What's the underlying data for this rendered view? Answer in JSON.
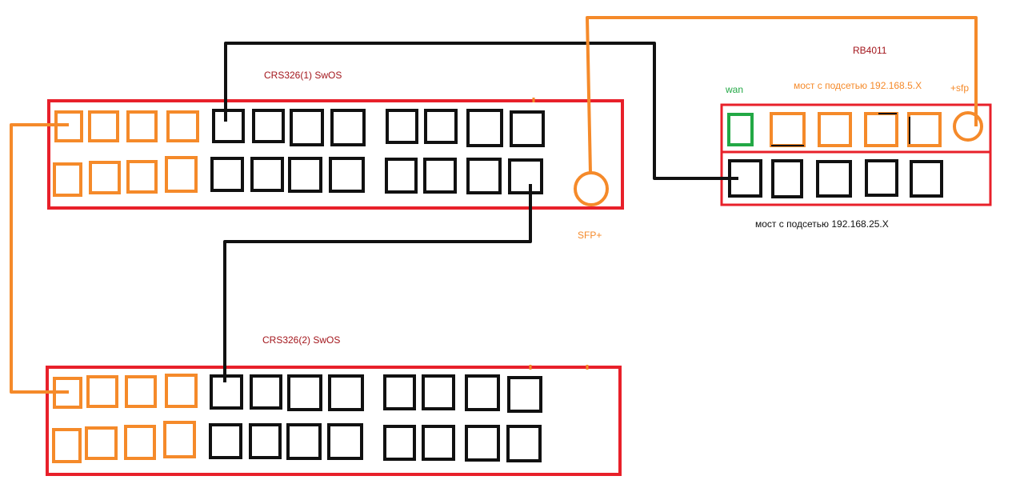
{
  "labels": {
    "switch1_title": "CRS326(1) SwOS",
    "switch2_title": "CRS326(2) SwOS",
    "router_title": "RB4011",
    "wan": "wan",
    "bridge_5": "мост с подсетью 192.168.5.X",
    "sfp_plus_router": "+sfp",
    "bridge_25": "мост с подсетью 192.168.25.X",
    "sfp_plus_switch": "SFP+"
  },
  "colors": {
    "device_border": "#e8202a",
    "orange": "#f58a2a",
    "black": "#111111",
    "green": "#22a845",
    "title_red": "#a3161c"
  }
}
